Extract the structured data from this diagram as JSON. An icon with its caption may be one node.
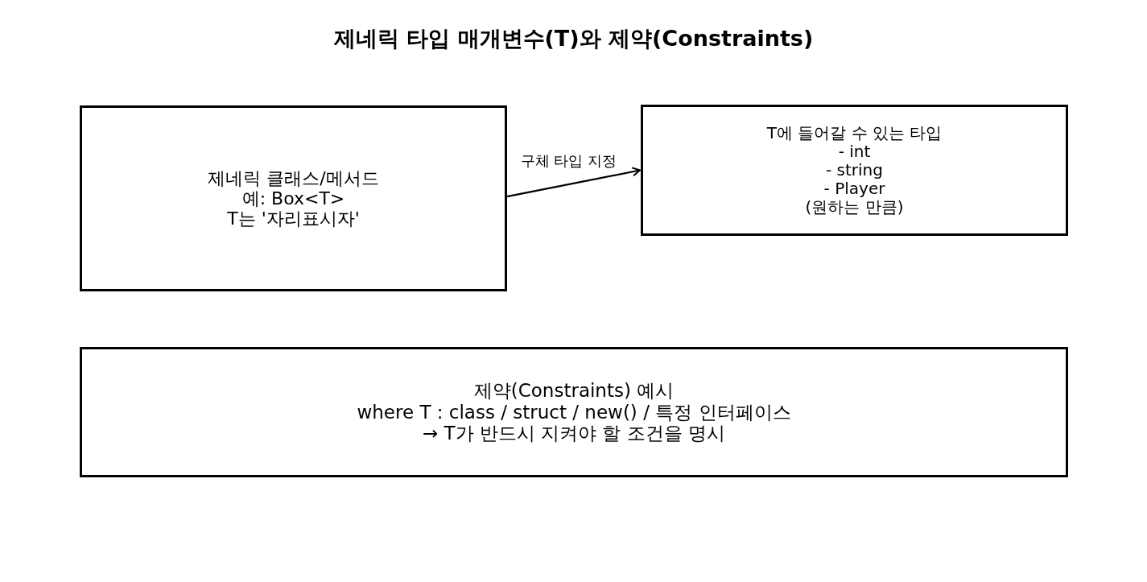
{
  "diagram": {
    "title": "제네릭 타입 매개변수(T)와 제약(Constraints)",
    "nodes": [
      {
        "text": [
          "제네릭 클래스/메서드",
          "예: Box<T>",
          "T는 '자리표시자'"
        ]
      },
      {
        "text": [
          "T에 들어갈 수 있는 타입",
          "- int",
          "- string",
          "- Player",
          "(원하는 만큼)"
        ]
      },
      {
        "text": [
          "제약(Constraints) 예시",
          "where T : class / struct / new() / 특정 인터페이스",
          "→ T가 반드시 지켜야 할 조건을 명시"
        ]
      }
    ],
    "edges": [
      {
        "from": 0,
        "to": 1,
        "arrow": "to",
        "label": "구체 타입 지정"
      }
    ]
  }
}
